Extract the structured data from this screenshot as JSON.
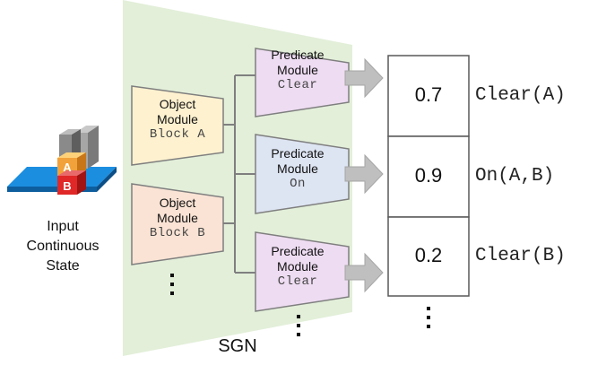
{
  "input": {
    "label_lines": [
      "Input",
      "Continuous",
      "State"
    ],
    "block_letters": [
      "A",
      "B"
    ]
  },
  "network_label": "SGN",
  "object_modules": [
    {
      "title_lines": [
        "Object",
        "Module"
      ],
      "code": "Block A",
      "fill": "#fdf1cf"
    },
    {
      "title_lines": [
        "Object",
        "Module"
      ],
      "code": "Block B",
      "fill": "#fae3d4"
    }
  ],
  "predicate_modules": [
    {
      "title_lines": [
        "Predicate",
        "Module"
      ],
      "code": "Clear",
      "fill": "#eedcf2"
    },
    {
      "title_lines": [
        "Predicate",
        "Module"
      ],
      "code": "On",
      "fill": "#dde4f2"
    },
    {
      "title_lines": [
        "Predicate",
        "Module"
      ],
      "code": "Clear",
      "fill": "#eedcf2"
    }
  ],
  "outputs": [
    {
      "score": "0.7",
      "predicate": "Clear(A)"
    },
    {
      "score": "0.9",
      "predicate": "On(A,B)"
    },
    {
      "score": "0.2",
      "predicate": "Clear(B)"
    }
  ],
  "colors": {
    "background_region": "#e3efd9",
    "module_border": "#7f7f7f",
    "arrow": "#bfbfbf"
  }
}
